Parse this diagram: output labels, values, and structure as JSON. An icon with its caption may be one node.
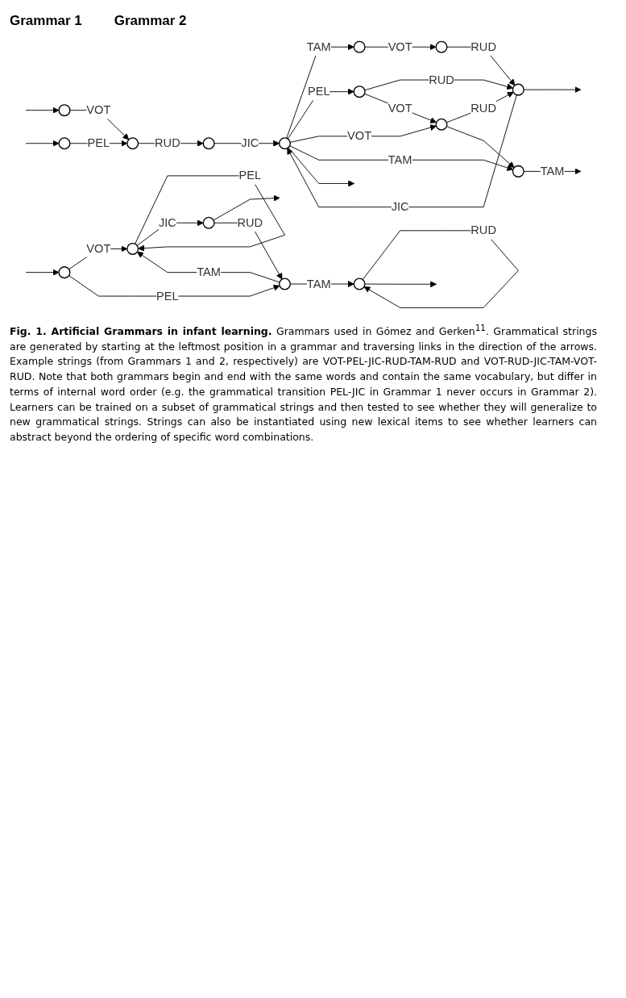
{
  "diagram": {
    "caption": "**Fig. 1. Artificial Grammars in infant learning.** Grammars used in Gómez and Gerken$^{11}$. Grammatical strings are generated by starting at the leftmost position in a grammar and traversing links in the direction of the arrows. Example strings (from Grammars 1 and 2, respectively) are VOT-PEL-JIC-RUD-TAM-RUD and VOT-RUD-JIC-TAM-VOT-RUD. Note that both grammars begin and end with the same words and contain the same vocabulary, but differ in terms of internal word order (e.g. the grammatical transition PEL-JIC in Grammar 1 never occurs in Grammar 2). Learners can be trained on a subset of grammatical strings and then tested to see whether they will generalize to new grammatical strings. Strings can also be instantiated using new lexical items to see whether learners can abstract beyond the ordering of specific word combinations.",
    "nodes": [
      {
        "text": [],
        "shape": "circle"
      },
      {
        "text": [],
        "shape": "circle"
      },
      {
        "text": [],
        "shape": "circle"
      },
      {
        "text": [],
        "shape": "circle"
      },
      {
        "text": [],
        "shape": "circle"
      },
      {
        "text": [],
        "shape": "circle"
      },
      {
        "text": [],
        "shape": "circle"
      },
      {
        "text": [],
        "shape": "circle"
      },
      {
        "text": [],
        "shape": "circle"
      },
      {
        "text": [],
        "shape": "circle"
      },
      {
        "text": [],
        "shape": "circle"
      },
      {
        "text": [],
        "shape": "circle"
      },
      {
        "text": [],
        "shape": "circle"
      },
      {
        "text": [],
        "shape": "circle"
      },
      {
        "text": [],
        "shape": "circle"
      },
      {
        "text": [],
        "shape": "circle"
      }
    ],
    "edges": [
      {
        "from": null,
        "to": 0,
        "arrow": "to"
      },
      {
        "from": 0,
        "to": 1,
        "arrow": "to",
        "label": "VOT"
      },
      {
        "from": 1,
        "to": 1,
        "arrow": "to",
        "label": "PEL"
      },
      {
        "from": 1,
        "to": 2,
        "arrow": "to",
        "label": "JIC"
      },
      {
        "from": 2,
        "to": null,
        "arrow": "to"
      },
      {
        "from": 2,
        "to": 3,
        "arrow": "to",
        "label": "RUD"
      },
      {
        "from": 3,
        "to": 1,
        "arrow": "to",
        "label": "TAM"
      },
      {
        "from": 0,
        "to": 3,
        "arrow": "to",
        "label": "PEL"
      },
      {
        "from": 3,
        "to": 4,
        "arrow": "to",
        "label": "TAM"
      },
      {
        "from": 4,
        "to": 4,
        "arrow": "to",
        "label": "RUD"
      },
      {
        "from": 4,
        "to": null,
        "arrow": "to"
      },
      {
        "from": null,
        "to": 5,
        "arrow": "to"
      },
      {
        "from": null,
        "to": 13,
        "arrow": "to"
      },
      {
        "from": 5,
        "to": 8,
        "arrow": "to",
        "label": "VOT"
      },
      {
        "from": 13,
        "to": 8,
        "arrow": "to",
        "label": "PEL"
      },
      {
        "from": 8,
        "to": 9,
        "arrow": "to",
        "label": "RUD"
      },
      {
        "from": 9,
        "to": 10,
        "arrow": "to",
        "label": "JIC"
      },
      {
        "from": 6,
        "to": 10,
        "arrow": "to",
        "label": "JIC"
      },
      {
        "from": 10,
        "to": 11,
        "arrow": "to",
        "label": "TAM"
      },
      {
        "from": 11,
        "to": 7,
        "arrow": "to",
        "label": "VOT"
      },
      {
        "from": 7,
        "to": 6,
        "arrow": "to",
        "label": "RUD"
      },
      {
        "from": 10,
        "to": 12,
        "arrow": "to",
        "label": "PEL"
      },
      {
        "from": 12,
        "to": 6,
        "arrow": "to",
        "label": "RUD"
      },
      {
        "from": 12,
        "to": 14,
        "arrow": "to",
        "label": "VOT"
      },
      {
        "from": 10,
        "to": 14,
        "arrow": "to",
        "label": "VOT"
      },
      {
        "from": 14,
        "to": 6,
        "arrow": "to",
        "label": "RUD"
      },
      {
        "from": 10,
        "to": 15,
        "arrow": "to",
        "label": "TAM"
      },
      {
        "from": 14,
        "to": 15,
        "arrow": "to"
      },
      {
        "from": 15,
        "to": null,
        "arrow": "to",
        "label": "TAM"
      },
      {
        "from": 6,
        "to": null,
        "arrow": "to"
      },
      {
        "from": 10,
        "to": null,
        "arrow": "to"
      }
    ],
    "labels": [
      "Grammar 1",
      "Grammar 2"
    ]
  }
}
